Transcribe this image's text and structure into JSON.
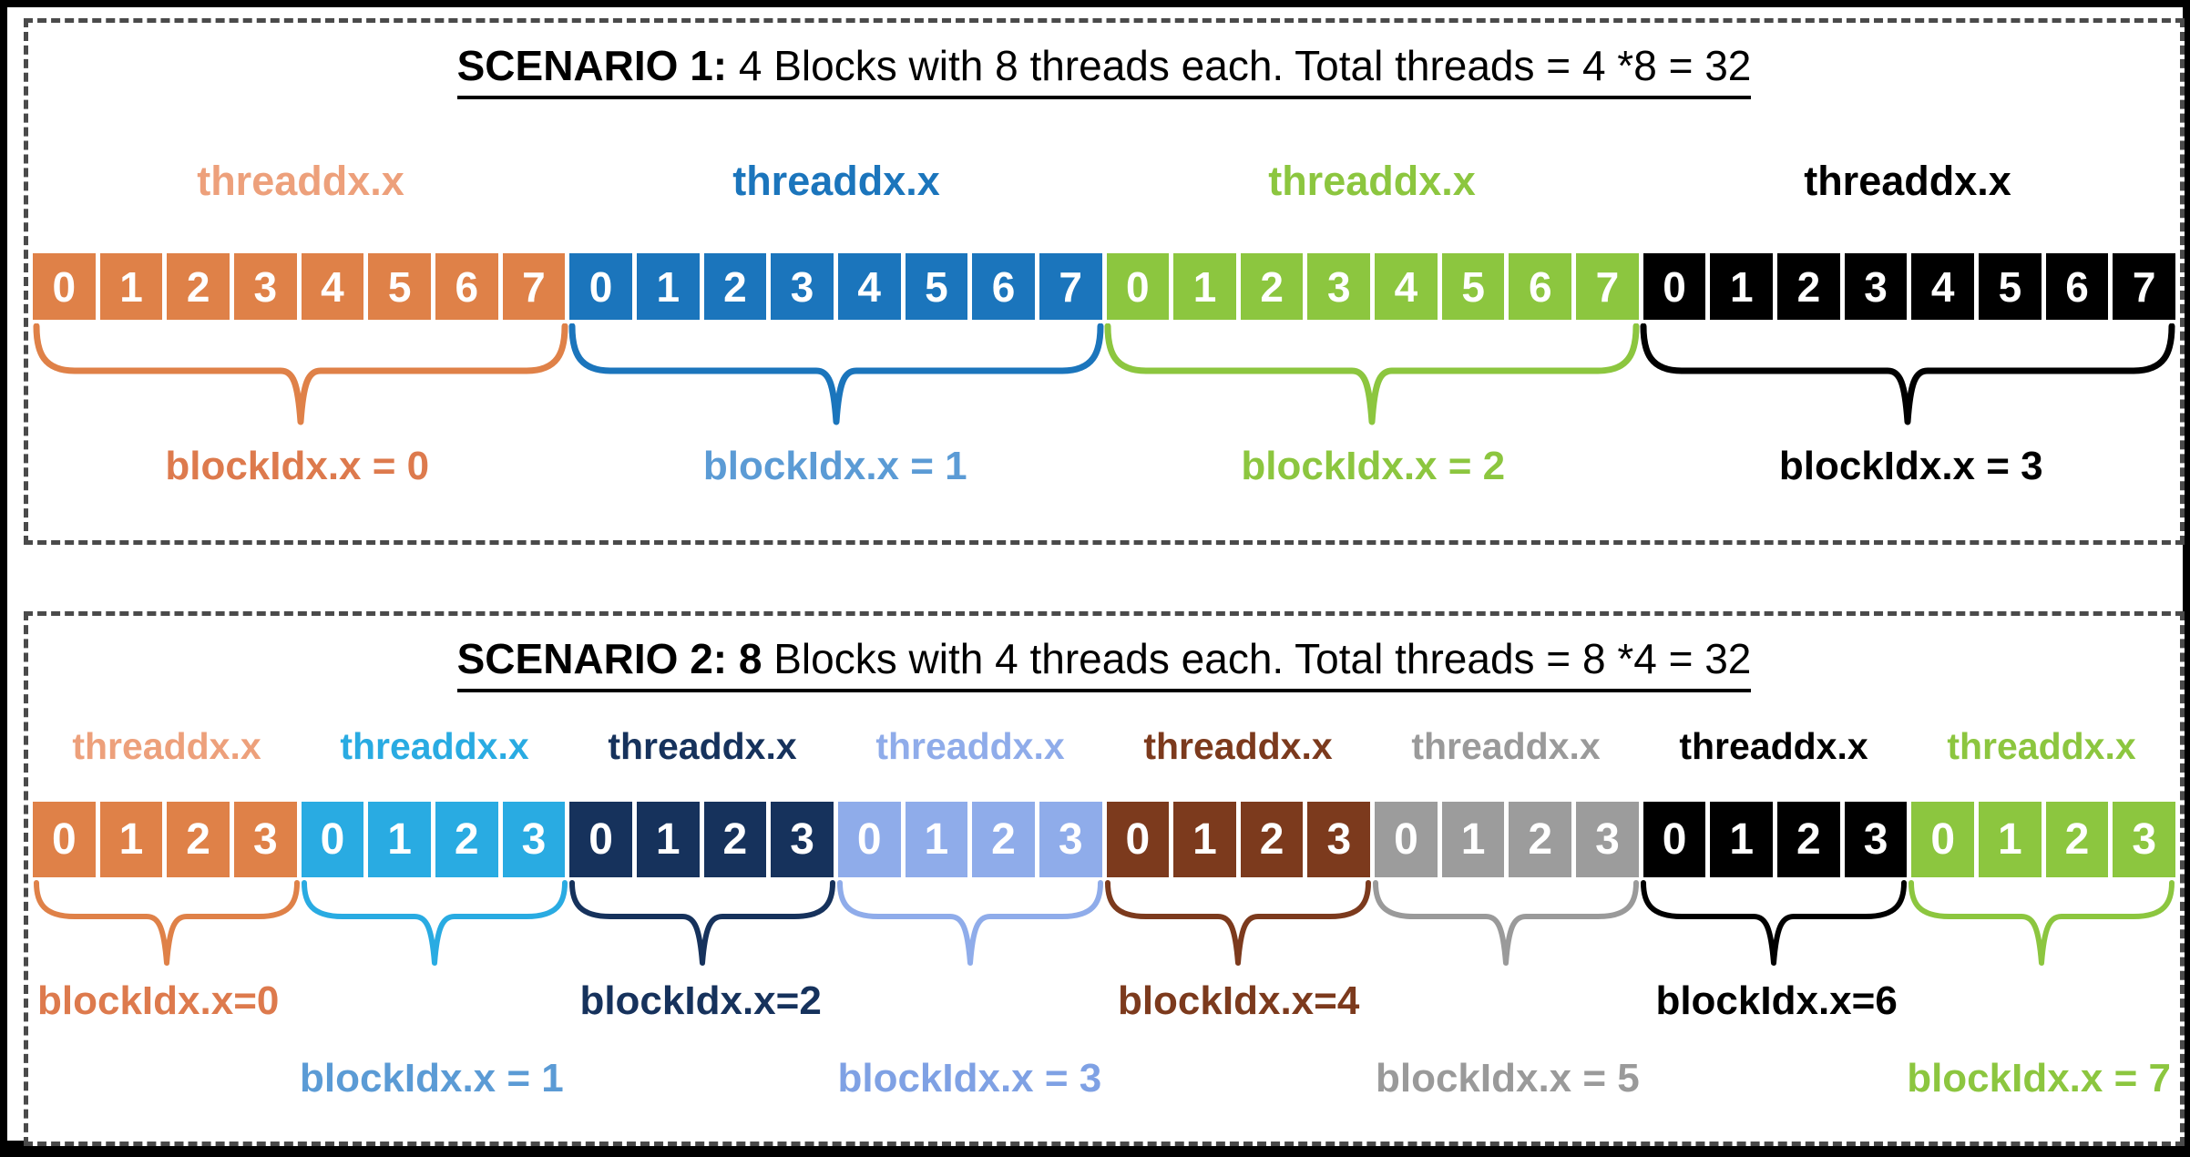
{
  "frame": {
    "border_color": "#000000",
    "dash_color": "#4a4a4a",
    "background": "#ffffff"
  },
  "panels": [
    {
      "name": "scenario-1",
      "title_bold": "SCENARIO 1:",
      "title_rest": " 4 Blocks with 8 threads each. Total threads = 4 *8 = 32",
      "label_rows": 1,
      "groups": [
        {
          "thread_label": "threaddx.x",
          "thread_label_color": "#EDA07B",
          "cell_color": "#DF8148",
          "brace_color": "#DF8148",
          "cells": [
            "0",
            "1",
            "2",
            "3",
            "4",
            "5",
            "6",
            "7"
          ],
          "block_label": "blockIdx.x = 0",
          "block_label_color": "#DD7A4D",
          "label_row": 0
        },
        {
          "thread_label": "threaddx.x",
          "thread_label_color": "#1B75BC",
          "cell_color": "#1B75BC",
          "brace_color": "#1B75BC",
          "cells": [
            "0",
            "1",
            "2",
            "3",
            "4",
            "5",
            "6",
            "7"
          ],
          "block_label": "blockIdx.x = 1",
          "block_label_color": "#5B9BD5",
          "label_row": 0
        },
        {
          "thread_label": "threaddx.x",
          "thread_label_color": "#8CC63F",
          "cell_color": "#8CC63F",
          "brace_color": "#8CC63F",
          "cells": [
            "0",
            "1",
            "2",
            "3",
            "4",
            "5",
            "6",
            "7"
          ],
          "block_label": "blockIdx.x = 2",
          "block_label_color": "#8CC63F",
          "label_row": 0
        },
        {
          "thread_label": "threaddx.x",
          "thread_label_color": "#000000",
          "cell_color": "#000000",
          "brace_color": "#000000",
          "cells": [
            "0",
            "1",
            "2",
            "3",
            "4",
            "5",
            "6",
            "7"
          ],
          "block_label": "blockIdx.x = 3",
          "block_label_color": "#000000",
          "label_row": 0
        }
      ]
    },
    {
      "name": "scenario-2",
      "title_bold": "SCENARIO 2: 8",
      "title_rest": " Blocks with 4 threads each. Total threads = 8 *4 = 32",
      "label_rows": 2,
      "groups": [
        {
          "thread_label": "threaddx.x",
          "thread_label_color": "#EDA07B",
          "cell_color": "#DF8148",
          "brace_color": "#DF8148",
          "cells": [
            "0",
            "1",
            "2",
            "3"
          ],
          "block_label": "blockIdx.x=0",
          "block_label_color": "#DD7A4D",
          "label_row": 0
        },
        {
          "thread_label": "threaddx.x",
          "thread_label_color": "#29ABE2",
          "cell_color": "#29ABE2",
          "brace_color": "#29ABE2",
          "cells": [
            "0",
            "1",
            "2",
            "3"
          ],
          "block_label": "blockIdx.x = 1",
          "block_label_color": "#5B9BD5",
          "label_row": 1
        },
        {
          "thread_label": "threaddx.x",
          "thread_label_color": "#16325C",
          "cell_color": "#16325C",
          "brace_color": "#16325C",
          "cells": [
            "0",
            "1",
            "2",
            "3"
          ],
          "block_label": "blockIdx.x=2",
          "block_label_color": "#16325C",
          "label_row": 0
        },
        {
          "thread_label": "threaddx.x",
          "thread_label_color": "#8FACEA",
          "cell_color": "#8FACEA",
          "brace_color": "#8FACEA",
          "cells": [
            "0",
            "1",
            "2",
            "3"
          ],
          "block_label": "blockIdx.x = 3",
          "block_label_color": "#7FA1E4",
          "label_row": 1
        },
        {
          "thread_label": "threaddx.x",
          "thread_label_color": "#7C3A1D",
          "cell_color": "#7C3A1D",
          "brace_color": "#7C3A1D",
          "cells": [
            "0",
            "1",
            "2",
            "3"
          ],
          "block_label": "blockIdx.x=4",
          "block_label_color": "#7C3A1D",
          "label_row": 0
        },
        {
          "thread_label": "threaddx.x",
          "thread_label_color": "#9A9A9A",
          "cell_color": "#9C9C9C",
          "brace_color": "#9A9A9A",
          "cells": [
            "0",
            "1",
            "2",
            "3"
          ],
          "block_label": "blockIdx.x = 5",
          "block_label_color": "#9A9A9A",
          "label_row": 1
        },
        {
          "thread_label": "threaddx.x",
          "thread_label_color": "#000000",
          "cell_color": "#000000",
          "brace_color": "#000000",
          "cells": [
            "0",
            "1",
            "2",
            "3"
          ],
          "block_label": "blockIdx.x=6",
          "block_label_color": "#000000",
          "label_row": 0
        },
        {
          "thread_label": "threaddx.x",
          "thread_label_color": "#8CC63F",
          "cell_color": "#8CC63F",
          "brace_color": "#8CC63F",
          "cells": [
            "0",
            "1",
            "2",
            "3"
          ],
          "block_label": "blockIdx.x = 7",
          "block_label_color": "#8CC63F",
          "label_row": 1
        }
      ]
    }
  ]
}
